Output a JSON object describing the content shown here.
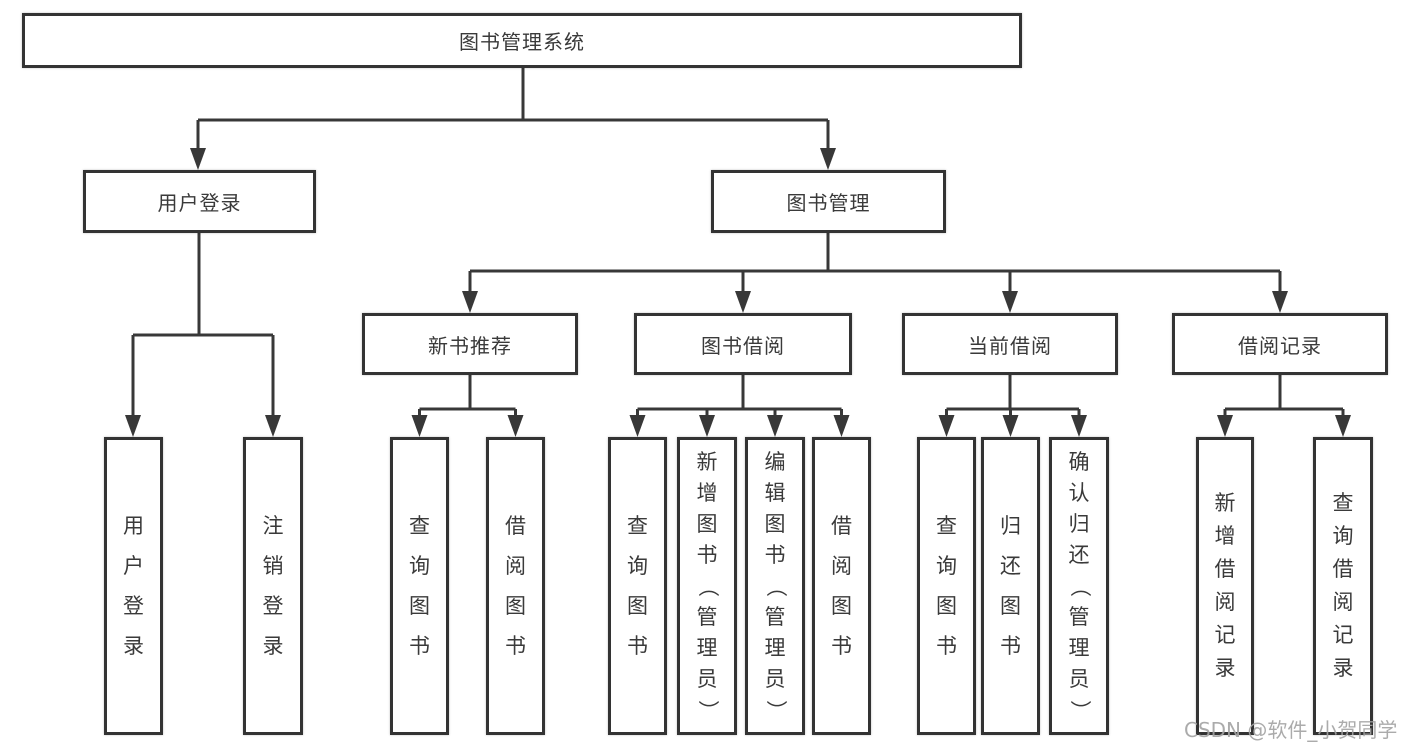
{
  "diagram": {
    "title": "图书管理系统",
    "branches": [
      {
        "label": "用户登录",
        "children": [
          {
            "label": "用户登录"
          },
          {
            "label": "注销登录"
          }
        ]
      },
      {
        "label": "图书管理",
        "children": [
          {
            "label": "新书推荐",
            "children": [
              {
                "label": "查询图书"
              },
              {
                "label": "借阅图书"
              }
            ]
          },
          {
            "label": "图书借阅",
            "children": [
              {
                "label": "查询图书"
              },
              {
                "label": "新增图书（管理员）"
              },
              {
                "label": "编辑图书（管理员）"
              },
              {
                "label": "借阅图书"
              }
            ]
          },
          {
            "label": "当前借阅",
            "children": [
              {
                "label": "查询图书"
              },
              {
                "label": "归还图书"
              },
              {
                "label": "确认归还（管理员）"
              }
            ]
          },
          {
            "label": "借阅记录",
            "children": [
              {
                "label": "新增借阅记录"
              },
              {
                "label": "查询借阅记录"
              }
            ]
          }
        ]
      }
    ]
  },
  "watermark": {
    "text": "CSDN @软件_小贺同学"
  },
  "colors": {
    "line": "#383838",
    "border": "#333333",
    "text": "#3a3a3a",
    "watermark": "#a3a3a3"
  }
}
